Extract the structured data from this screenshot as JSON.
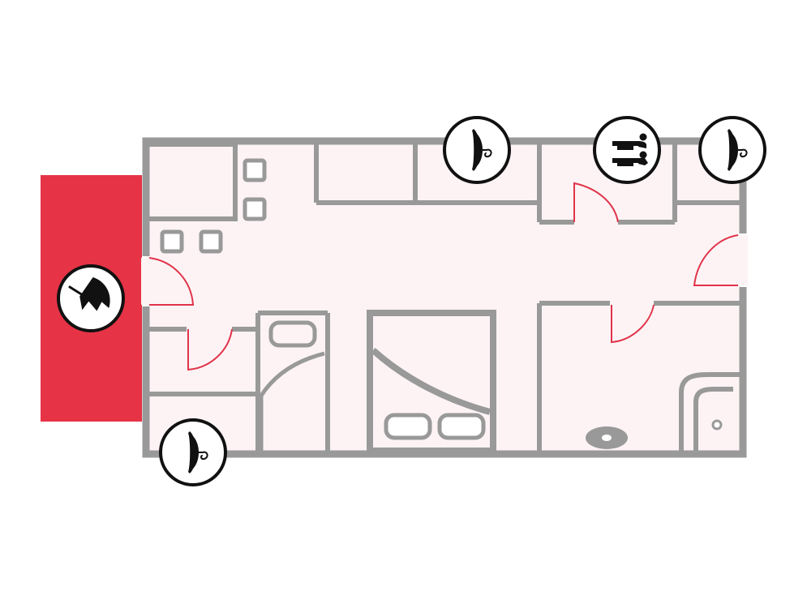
{
  "colors": {
    "wall": "#999999",
    "floor": "#fdf3f4",
    "door_swing": "#e0334a",
    "terrace": "#e63346",
    "badge_ring": "#111111",
    "badge_fill": "#ffffff",
    "icon": "#111111"
  },
  "icons": {
    "terrace_badge": "umbrella-icon",
    "wardrobe_badges": "hanger-icon",
    "wc_badge": "restroom-icon"
  },
  "badges": [
    {
      "id": "badge-umbrella-terrace",
      "icon": "umbrella-icon"
    },
    {
      "id": "badge-hanger-bottom-left",
      "icon": "hanger-icon"
    },
    {
      "id": "badge-hanger-top-center",
      "icon": "hanger-icon"
    },
    {
      "id": "badge-restroom-top",
      "icon": "restroom-icon"
    },
    {
      "id": "badge-hanger-top-right",
      "icon": "hanger-icon"
    }
  ]
}
